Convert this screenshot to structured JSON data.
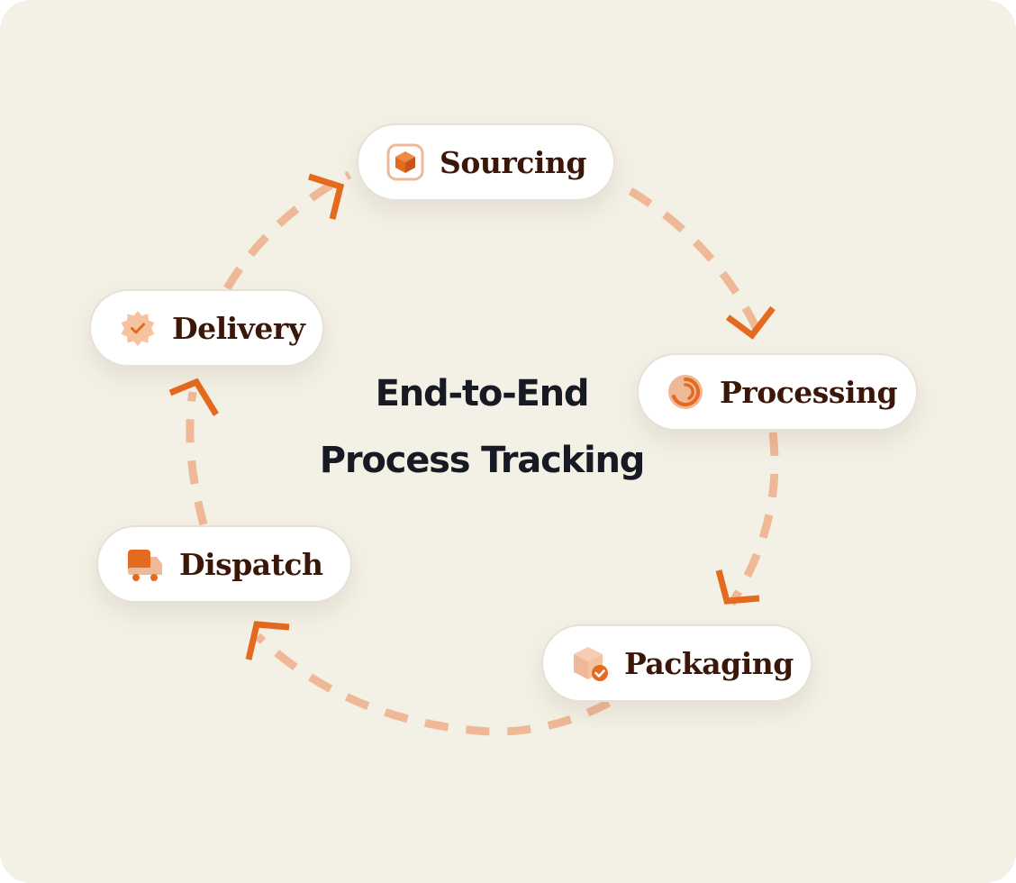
{
  "title": {
    "line1": "End-to-End",
    "line2": "Process Tracking"
  },
  "steps": [
    {
      "label": "Sourcing",
      "icon": "box-icon"
    },
    {
      "label": "Processing",
      "icon": "spinner-icon"
    },
    {
      "label": "Packaging",
      "icon": "package-check-icon"
    },
    {
      "label": "Dispatch",
      "icon": "truck-icon"
    },
    {
      "label": "Delivery",
      "icon": "verified-badge-icon"
    }
  ],
  "colors": {
    "background": "#f3f0e5",
    "accent": "#e46a1f",
    "accent_light": "#efb896",
    "label_text": "#3a1708",
    "title_text": "#171a22"
  }
}
